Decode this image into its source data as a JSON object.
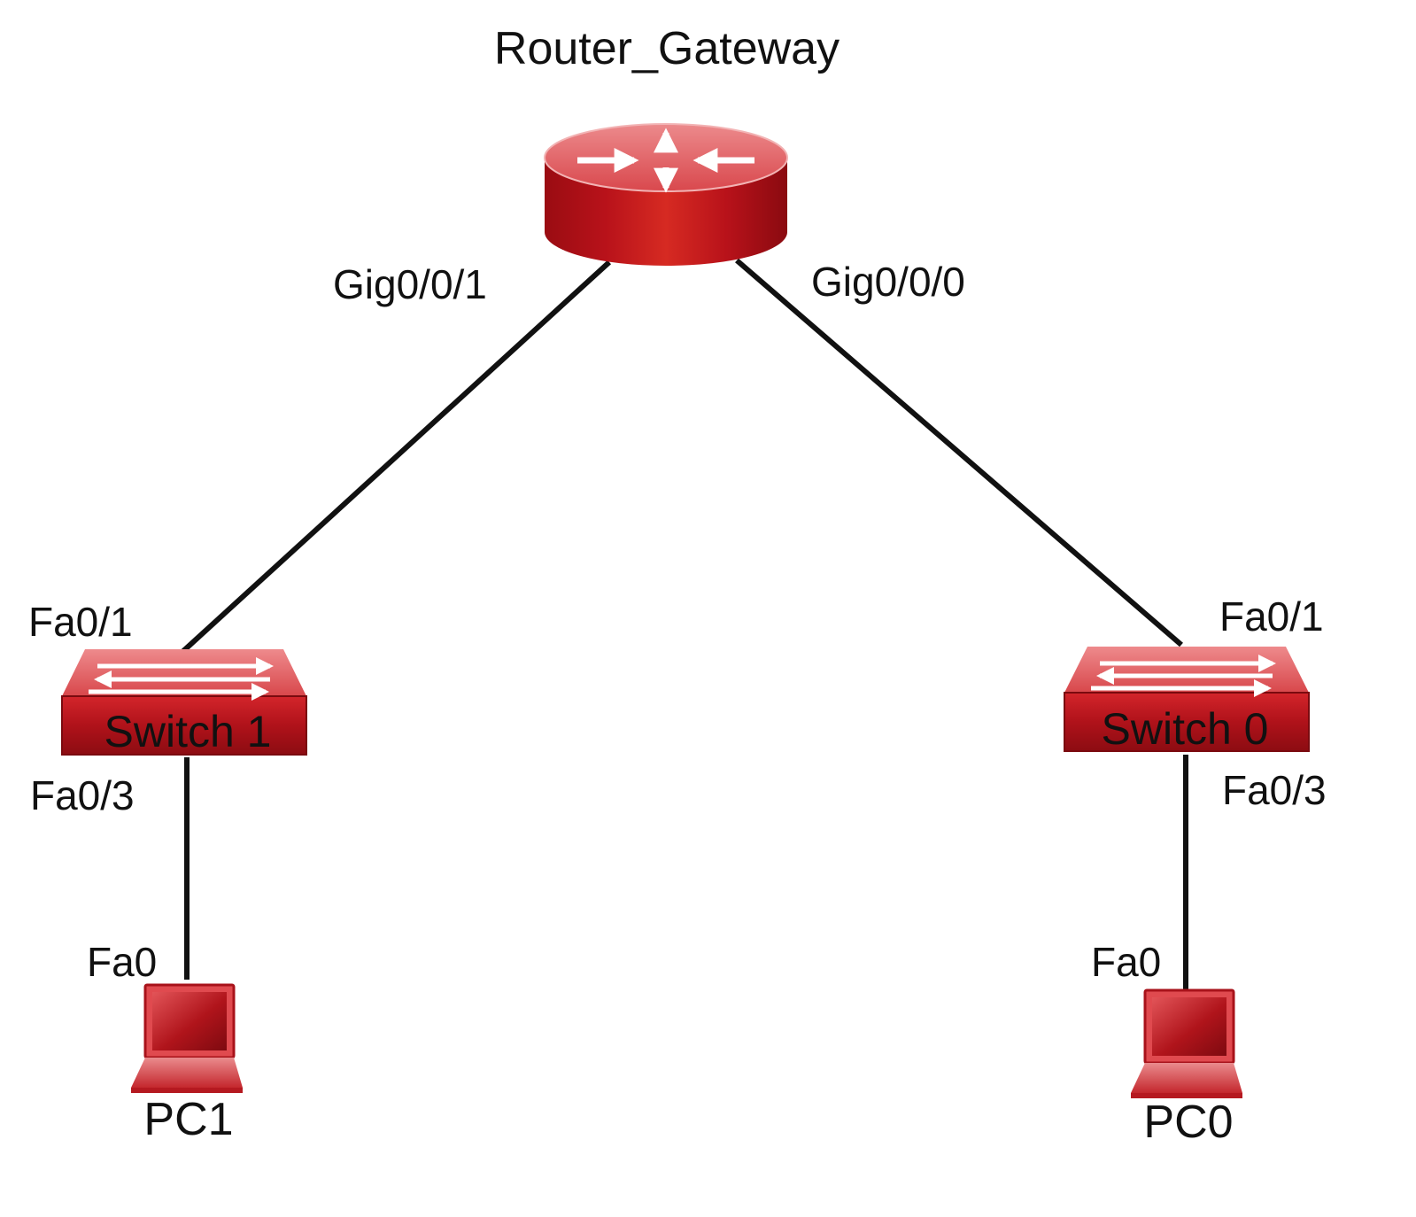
{
  "router": {
    "name": "Router_Gateway",
    "icon": "router-icon"
  },
  "switches": [
    {
      "name": "Switch 1",
      "icon": "switch-icon",
      "uplink_port": "Fa0/1",
      "downlink_port": "Fa0/3"
    },
    {
      "name": "Switch 0",
      "icon": "switch-icon",
      "uplink_port": "Fa0/1",
      "downlink_port": "Fa0/3"
    }
  ],
  "pcs": [
    {
      "name": "PC1",
      "icon": "laptop-icon",
      "port": "Fa0"
    },
    {
      "name": "PC0",
      "icon": "laptop-icon",
      "port": "Fa0"
    }
  ],
  "links": [
    {
      "from": "Router_Gateway",
      "from_port": "Gig0/0/1",
      "to": "Switch 1",
      "to_port": "Fa0/1"
    },
    {
      "from": "Router_Gateway",
      "from_port": "Gig0/0/0",
      "to": "Switch 0",
      "to_port": "Fa0/1"
    },
    {
      "from": "Switch 1",
      "from_port": "Fa0/3",
      "to": "PC1",
      "to_port": "Fa0"
    },
    {
      "from": "Switch 0",
      "from_port": "Fa0/3",
      "to": "PC0",
      "to_port": "Fa0"
    }
  ],
  "colors": {
    "device_red": "#c8141b",
    "device_dark_red": "#8e0d12",
    "device_light_red": "#e8666a",
    "link": "#111111"
  }
}
